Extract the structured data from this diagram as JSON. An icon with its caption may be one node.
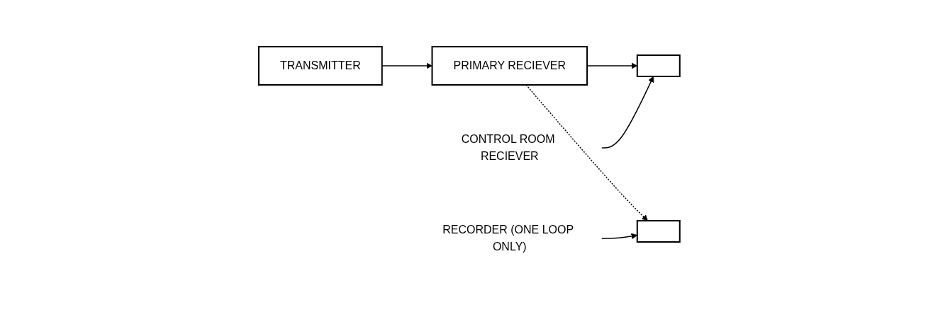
{
  "diagram": {
    "nodes": [
      {
        "text": [
          "TRANSMITTER"
        ]
      },
      {
        "text": [
          "PRIMARY RECIEVER"
        ]
      },
      {
        "text": [],
        "shape": "box"
      },
      {
        "text": [
          "CONTROL ROOM RECIEVER"
        ]
      },
      {
        "text": [],
        "shape": "box"
      },
      {
        "text": [
          "RECORDER (ONE LOOP ONLY)"
        ]
      }
    ],
    "edges": [
      {
        "from": 0,
        "to": 1,
        "arrow": "to"
      },
      {
        "from": 1,
        "to": 2,
        "arrow": "to"
      },
      {
        "from": 1,
        "to": 4,
        "arrow": "to",
        "style": "dashed"
      },
      {
        "from": 3,
        "to": 2,
        "arrow": "to"
      },
      {
        "from": 5,
        "to": 4,
        "arrow": "to"
      }
    ]
  }
}
